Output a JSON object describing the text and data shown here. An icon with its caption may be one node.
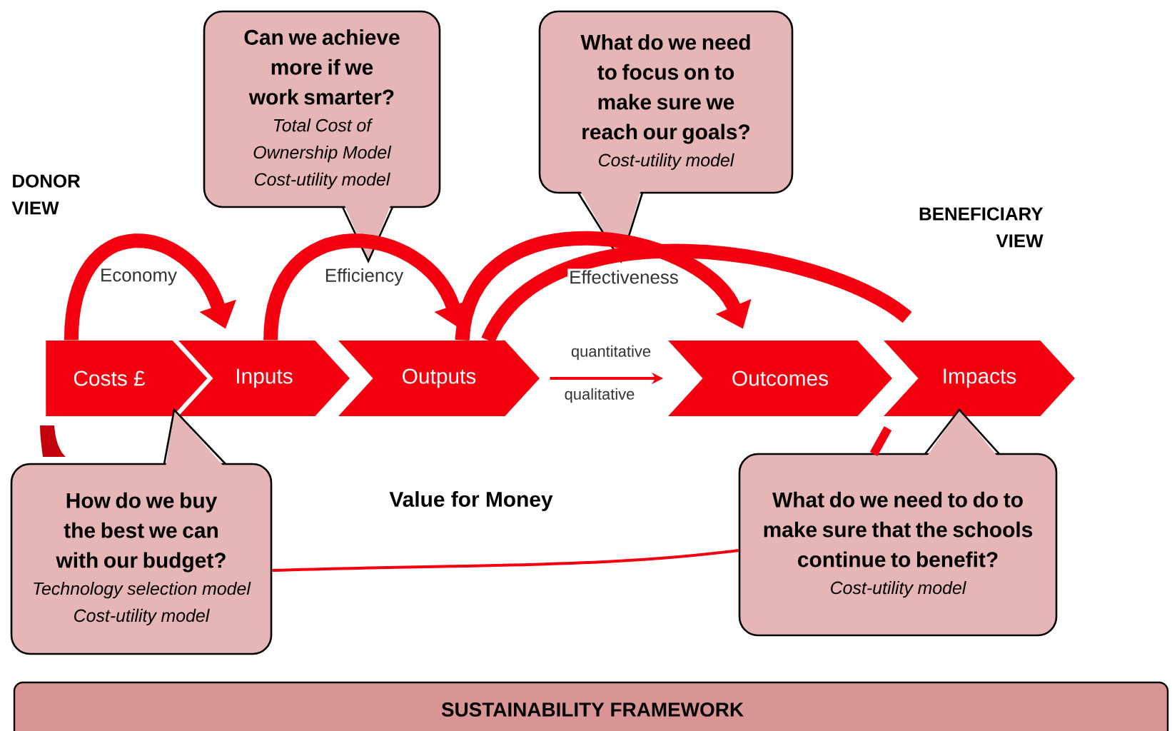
{
  "diagram": {
    "nodes": [
      {
        "text": [
          "Costs £"
        ]
      },
      {
        "text": [
          "Inputs"
        ]
      },
      {
        "text": [
          "Outputs"
        ]
      },
      {
        "text": [
          "Outcomes"
        ]
      },
      {
        "text": [
          "Impacts"
        ]
      },
      {
        "text": [
          "Can we achieve more if we work smarter?",
          "Total Cost of Ownership Model",
          "Cost-utility model"
        ]
      },
      {
        "text": [
          "What do we need to focus on to make sure we reach our goals?",
          "Cost-utility model"
        ]
      },
      {
        "text": [
          "How do we buy the best we can with our budget?",
          "Technology selection model",
          "Cost-utility model"
        ]
      },
      {
        "text": [
          "What do we need to do to make sure that the schools continue to benefit?",
          "Cost-utility model"
        ]
      },
      {
        "text": [
          "SUSTAINABILITY FRAMEWORK"
        ]
      }
    ],
    "edges": [
      {
        "from": 0,
        "to": 1,
        "arrow": "to",
        "label": "Economy"
      },
      {
        "from": 1,
        "to": 2,
        "arrow": "to",
        "label": "Efficiency"
      },
      {
        "from": 2,
        "to": 3,
        "arrow": "to",
        "label": "Effectiveness"
      },
      {
        "from": 2,
        "to": 4,
        "arrow": "none"
      },
      {
        "from": 2,
        "to": 3,
        "arrow": "to",
        "label": "quantitative"
      },
      {
        "from": 7,
        "to": 8,
        "arrow": "none",
        "label": "Value for Money"
      }
    ],
    "labels": [
      "DONOR VIEW",
      "BENEFICIARY VIEW",
      "qualitative"
    ]
  }
}
